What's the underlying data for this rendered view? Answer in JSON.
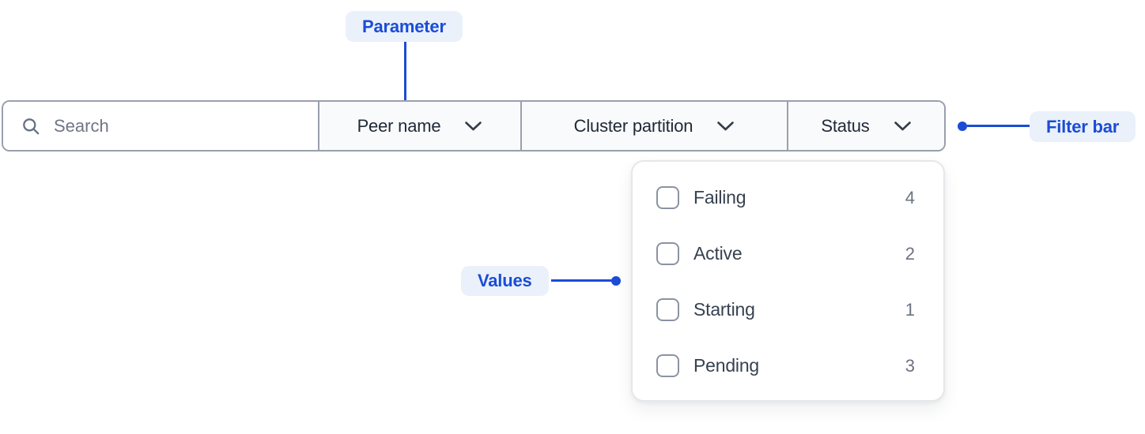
{
  "colors": {
    "accent": "#1b4cd6",
    "badge_bg": "#eaf1fb",
    "filter_bar_border": "#99a0ac",
    "dropdown_section_bg": "#f9fafb",
    "panel_border": "#e5e7eb"
  },
  "annotations": {
    "parameter": {
      "label": "Parameter"
    },
    "filter_bar": {
      "label": "Filter bar"
    },
    "values": {
      "label": "Values"
    }
  },
  "filter_bar": {
    "search": {
      "placeholder": "Search",
      "icon": "search-icon",
      "value": ""
    },
    "dropdowns": [
      {
        "label": "Peer name",
        "icon": "chevron-down-icon"
      },
      {
        "label": "Cluster partition",
        "icon": "chevron-down-icon"
      },
      {
        "label": "Status",
        "icon": "chevron-down-icon",
        "open": true
      }
    ]
  },
  "status_dropdown": {
    "options": [
      {
        "label": "Failing",
        "count": "4",
        "checked": false
      },
      {
        "label": "Active",
        "count": "2",
        "checked": false
      },
      {
        "label": "Starting",
        "count": "1",
        "checked": false
      },
      {
        "label": "Pending",
        "count": "3",
        "checked": false
      }
    ]
  }
}
